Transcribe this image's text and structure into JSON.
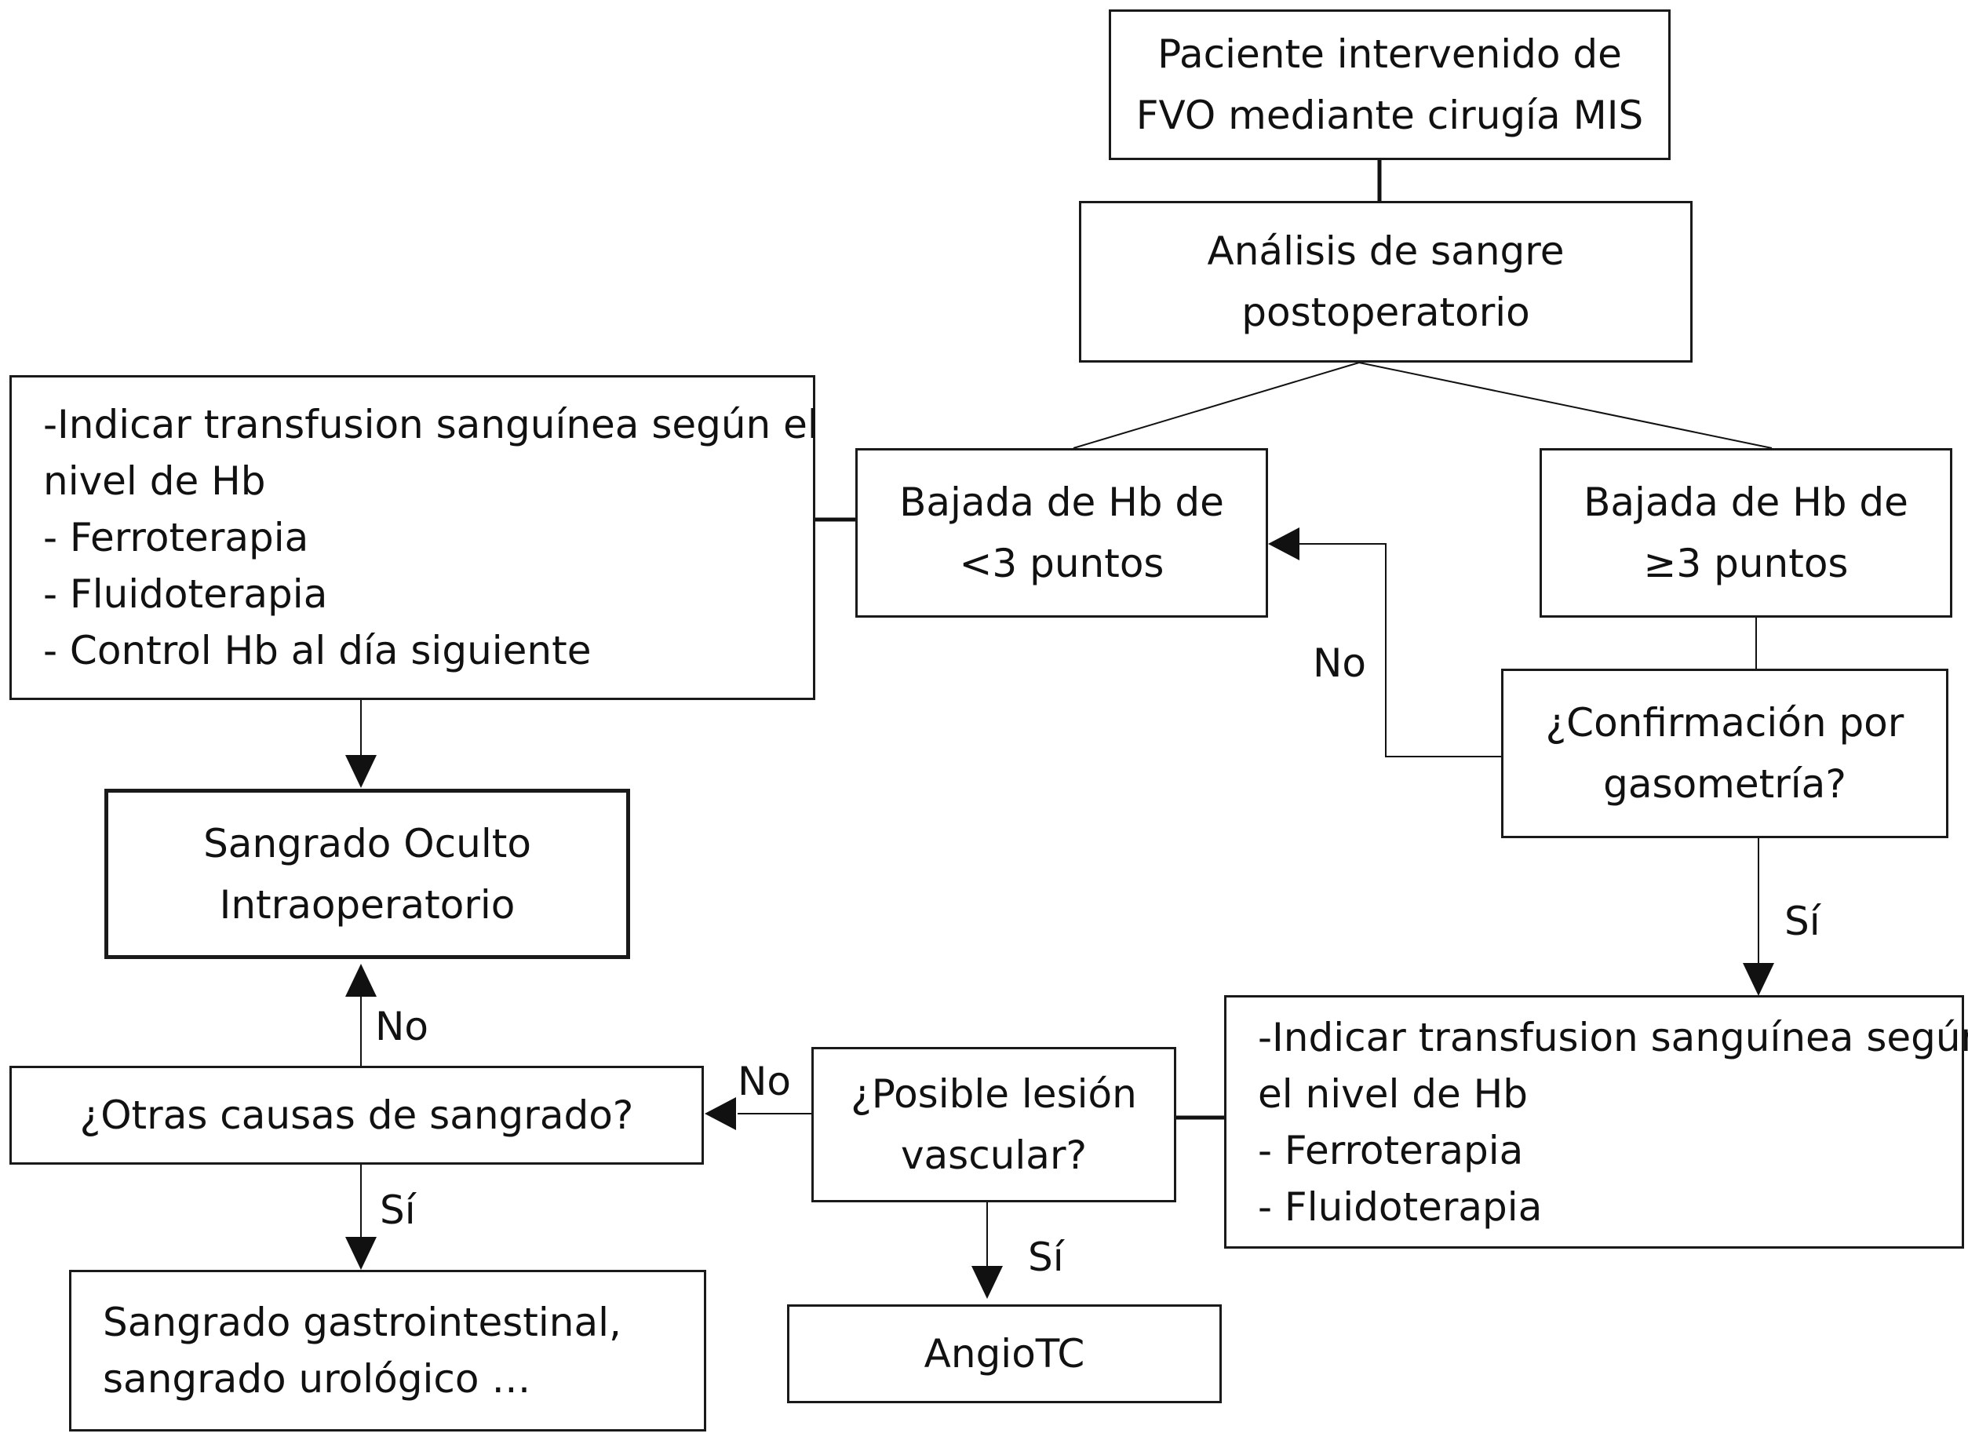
{
  "nodes": {
    "patient": [
      "Paciente intervenido de",
      "FVO mediante cirugía MIS"
    ],
    "blood_test": [
      "Análisis de sangre",
      "postoperatorio"
    ],
    "hb_drop_low": [
      "Bajada de Hb de",
      "<3 puntos"
    ],
    "hb_drop_high": [
      "Bajada de Hb de",
      "≥3 puntos"
    ],
    "treatment_left": [
      "-Indicar transfusion sanguínea según el",
      "nivel de Hb",
      "- Ferroterapia",
      "- Fluidoterapia",
      "- Control Hb al día siguiente"
    ],
    "gasometry_question": [
      "¿Confirmación por",
      "gasometría?"
    ],
    "hidden_bleeding": [
      "Sangrado Oculto",
      "Intraoperatorio"
    ],
    "treatment_right": [
      "-Indicar transfusion sanguínea según",
      "el nivel de Hb",
      "- Ferroterapia",
      "- Fluidoterapia"
    ],
    "vascular_question": [
      "¿Posible lesión",
      "vascular?"
    ],
    "other_causes_question": [
      "¿Otras causas de sangrado?"
    ],
    "other_bleeding": [
      "Sangrado gastrointestinal,",
      "sangrado urológico …"
    ],
    "angiotc": [
      "AngioTC"
    ]
  },
  "edge_labels": {
    "gasometry_no": "No",
    "gasometry_yes": "Sí",
    "other_causes_no": "No",
    "vascular_no": "No",
    "vascular_yes": "Sí",
    "other_causes_yes": "Sí"
  }
}
